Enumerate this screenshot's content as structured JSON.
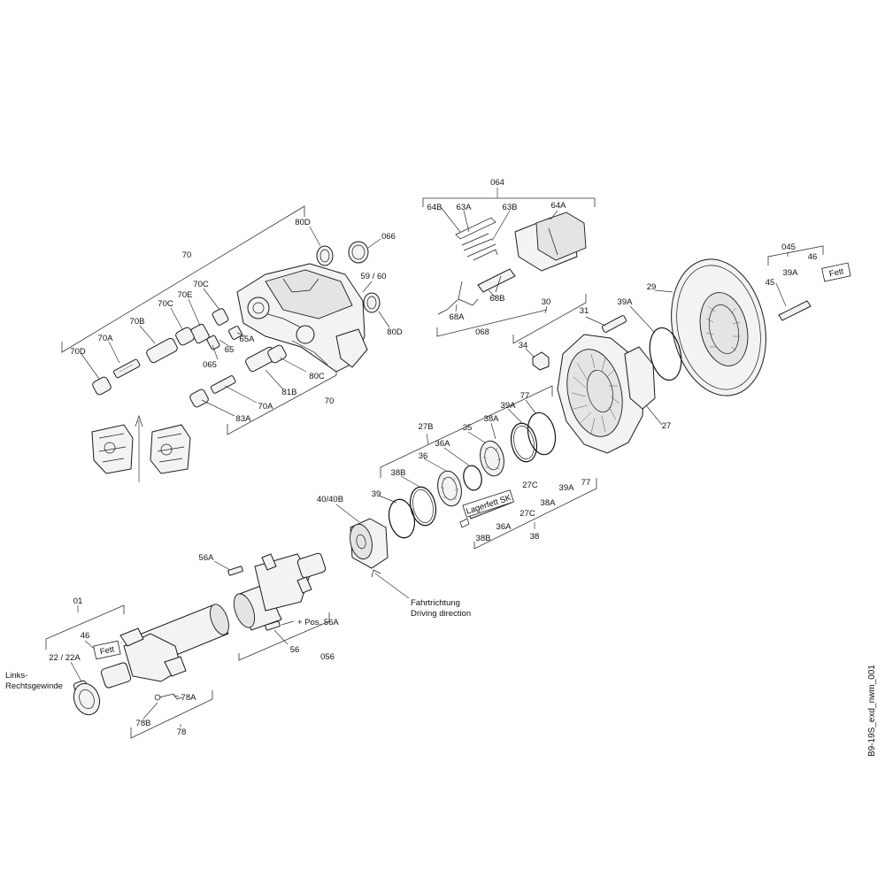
{
  "labels": {
    "l064": "064",
    "l64B": "64B",
    "l63A": "63A",
    "l63B": "63B",
    "l64A": "64A",
    "l68A": "68A",
    "l68B": "68B",
    "l068": "068",
    "l70top": "70",
    "l80D1": "80D",
    "l066": "066",
    "l5960": "59 / 60",
    "l80D2": "80D",
    "l70C1": "70C",
    "l70E": "70E",
    "l70C2": "70C",
    "l70B": "70B",
    "l70A1": "70A",
    "l70D": "70D",
    "l65A": "65A",
    "l65": "65",
    "l065": "065",
    "l80C": "80C",
    "l81B": "81B",
    "l70A2": "70A",
    "l83A": "83A",
    "l70bot": "70",
    "l045": "045",
    "l46a": "46",
    "l39A1": "39A",
    "l45": "45",
    "fett1": "Fett",
    "l29": "29",
    "l30": "30",
    "l31": "31",
    "l39A2": "39A",
    "l34": "34",
    "l27": "27",
    "l27B": "27B",
    "l77a": "77",
    "l39A3": "39A",
    "l38A1": "38A",
    "l35": "35",
    "l36A1": "36A",
    "l36": "36",
    "l38B1": "38B",
    "l39": "39",
    "l27C1": "27C",
    "l39A4": "39A",
    "l77b": "77",
    "l38A2": "38A",
    "l27C2": "27C",
    "l36A2": "36A",
    "l38B2": "38B",
    "l38": "38",
    "lagerfett": "Lagerfett SK",
    "l4040B": "40/40B",
    "fahrtrichtung": "Fahrtrichtung",
    "driving": "Driving direction",
    "l56A": "56A",
    "pos56A": "+ Pos. 56A",
    "l56": "56",
    "l056": "056",
    "l01": "01",
    "l46b": "46",
    "fett2": "Fett",
    "l2222A": "22 / 22A",
    "links1": "Links-",
    "links2": "Rechtsgewinde",
    "l78A": "78A",
    "l78B": "78B",
    "l78": "78",
    "docid": "B9-19S_exd_nwm_001"
  }
}
